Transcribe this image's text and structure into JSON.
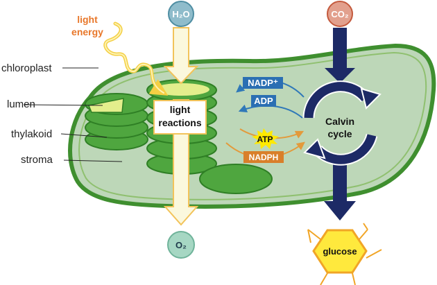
{
  "labels": {
    "light_energy_line1": "light",
    "light_energy_line2": "energy",
    "chloroplast": "chloroplast",
    "lumen": "lumen",
    "thylakoid": "thylakoid",
    "stroma": "stroma",
    "light_reactions_line1": "light",
    "light_reactions_line2": "reactions",
    "calvin_line1": "Calvin",
    "calvin_line2": "cycle",
    "nadp_plus": "NADP⁺",
    "adp": "ADP",
    "atp": "ATP",
    "nadph": "NADPH",
    "glucose": "glucose"
  },
  "molecules": {
    "water": "H₂O",
    "oxygen": "O₂",
    "carbon_dioxide": "CO₂"
  },
  "colors": {
    "chloroplast_fill": "#bdd7b8",
    "chloroplast_border": "#3f8f2f",
    "thylakoid_fill": "#4fa63f",
    "thylakoid_border": "#2f7f25",
    "lumen_fill": "#e3ee8c",
    "light_arrow_fill": "#fbf8dd",
    "light_arrow_border": "#f2c35a",
    "light_squiggle": "#f4cf44",
    "light_energy_text": "#e8772a",
    "water_circle": "#8fbccb",
    "oxygen_circle": "#a6d7c3",
    "co2_circle": "#e2a08d",
    "calvin_arrow": "#1d2a66",
    "blue_arrow": "#2f78b8",
    "blue_label_bg": "#2b6fb3",
    "orange_arrow": "#e39a3b",
    "nadph_label_bg": "#d97f2a",
    "atp_burst": "#ffe900",
    "glucose_fill": "#ffe93d",
    "glucose_border": "#f1a526"
  }
}
